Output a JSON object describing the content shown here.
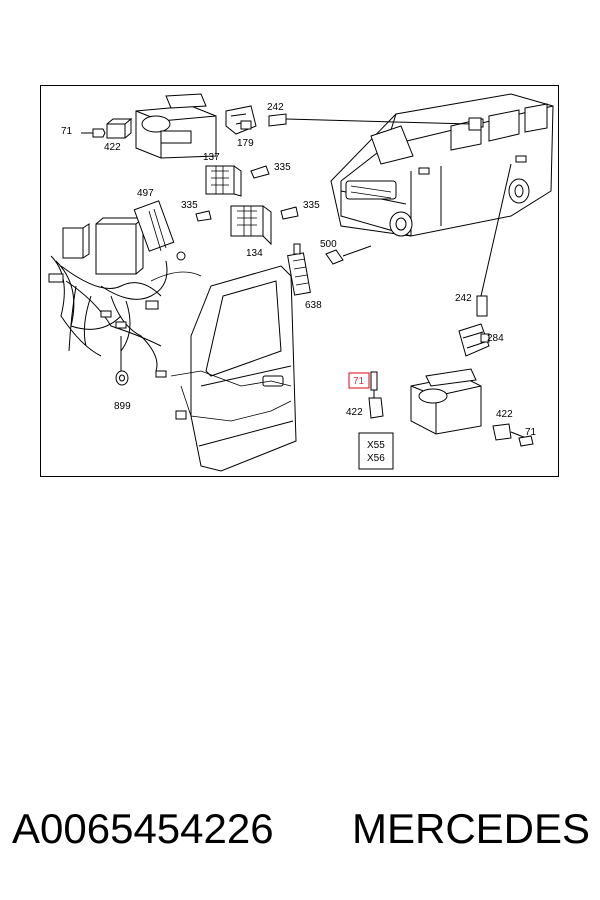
{
  "diagram": {
    "callouts": {
      "c71_top": "71",
      "c422_top": "422",
      "c179": "179",
      "c242_top": "242",
      "c137": "137",
      "c335_a": "335",
      "c497": "497",
      "c335_b": "335",
      "c335_c": "335",
      "c134": "134",
      "c500": "500",
      "c638": "638",
      "c899": "899",
      "c242_right": "242",
      "c284": "284",
      "c71_highlight": "71",
      "c422_mid": "422",
      "c422_right": "422",
      "c71_right": "71"
    },
    "connector_box": {
      "line1": "X55",
      "line2": "X56"
    },
    "highlight_color": "#e0303a"
  },
  "footer": {
    "part_number": "A0065454226",
    "brand": "MERCEDES"
  }
}
